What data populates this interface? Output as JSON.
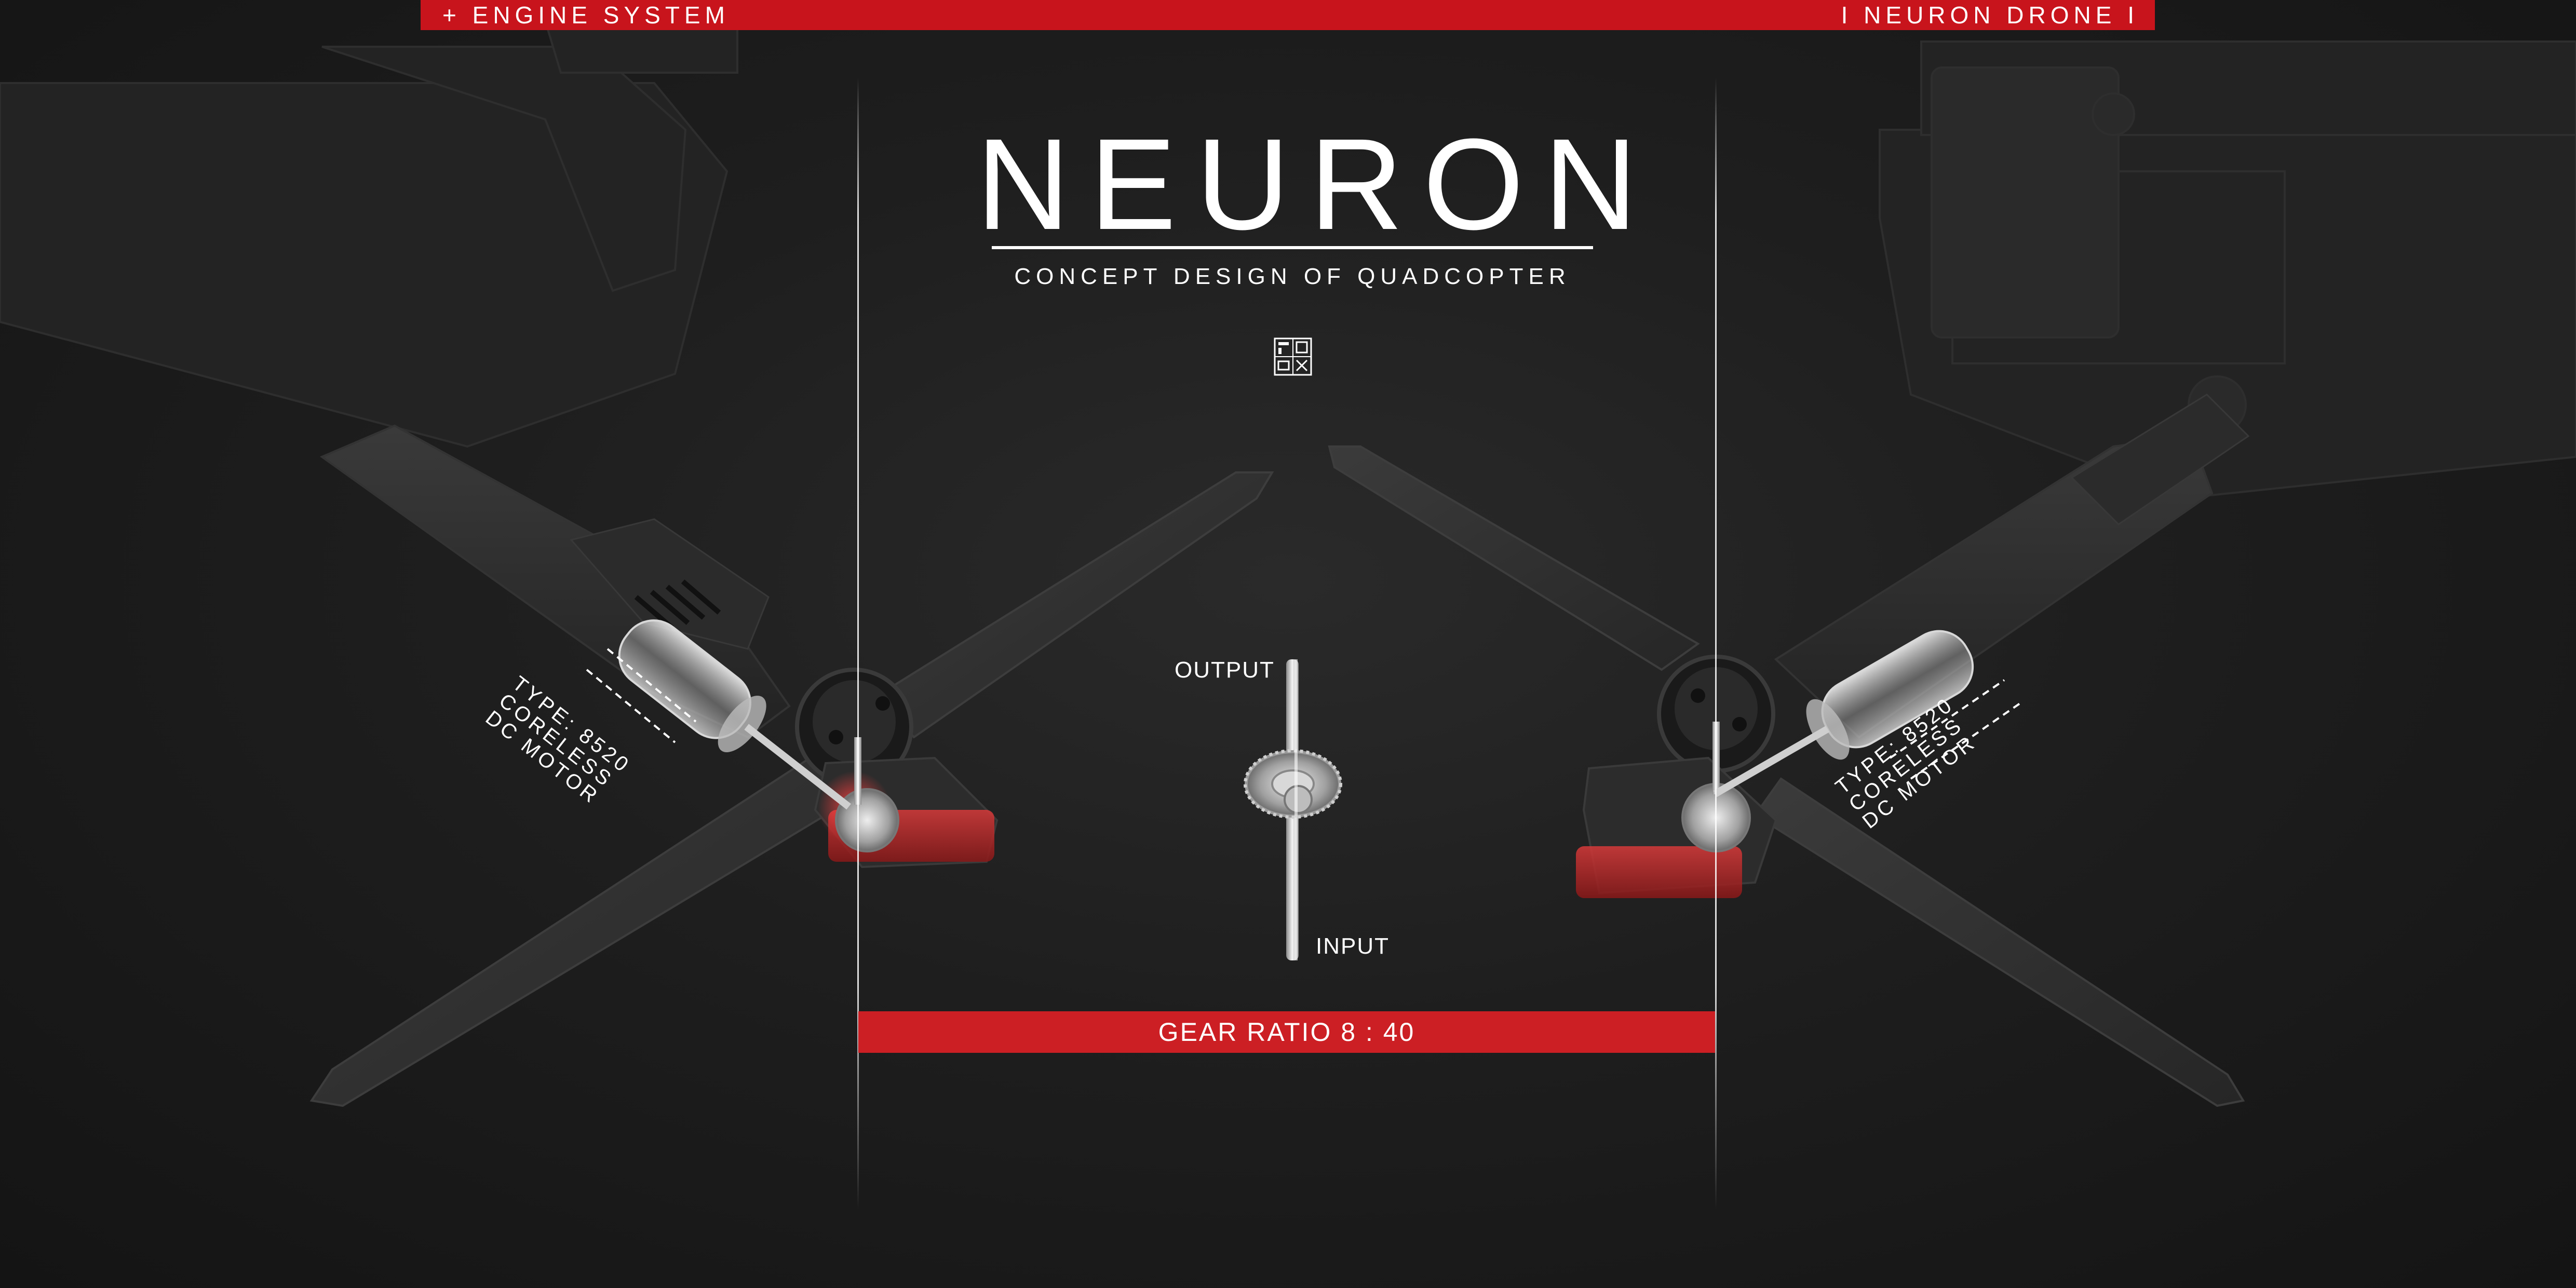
{
  "header": {
    "left_text": "+ ENGINE SYSTEM",
    "right_text": "I NEURON DRONE I"
  },
  "hero": {
    "title": "NEURON",
    "subtitle": "CONCEPT DESIGN OF QUADCOPTER"
  },
  "gear_diagram": {
    "output_label": "OUTPUT",
    "input_label": "INPUT",
    "ratio_label": "GEAR RATIO  8 : 40"
  },
  "motor_specs": {
    "left": [
      "TYPE: 8520",
      "CORELESS",
      "DC MOTOR"
    ],
    "right": [
      "TYPE: 8520",
      "CORELESS",
      "DC MOTOR"
    ]
  },
  "colors": {
    "accent_red": "#cc1f24",
    "background": "#1c1c1c",
    "text": "#ffffff"
  }
}
